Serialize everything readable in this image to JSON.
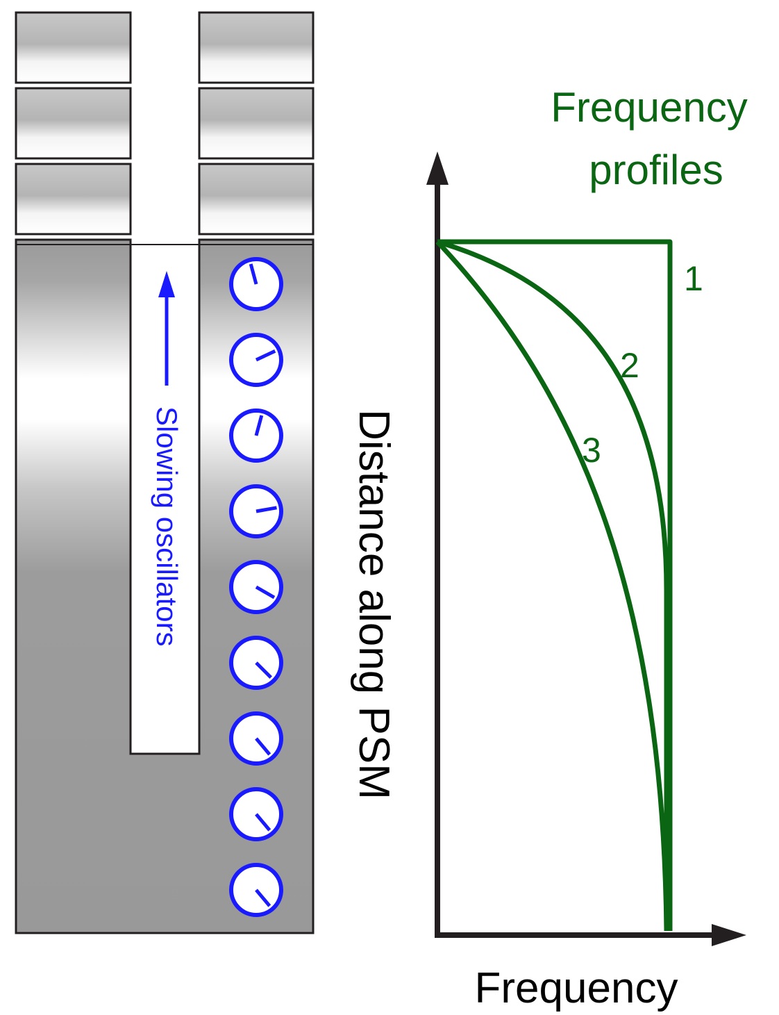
{
  "labels": {
    "slowing_oscillators": "Slowing oscillators",
    "profiles_title_line1": "Frequency",
    "profiles_title_line2": "profiles",
    "y_axis_label": "Distance along PSM",
    "x_axis_label": "Frequency"
  },
  "profiles": [
    {
      "id": "1",
      "label": "1"
    },
    {
      "id": "2",
      "label": "2"
    },
    {
      "id": "3",
      "label": "3"
    }
  ],
  "oscillators": [
    {
      "phase_angle_deg": 105
    },
    {
      "phase_angle_deg": 25
    },
    {
      "phase_angle_deg": 75
    },
    {
      "phase_angle_deg": 10
    },
    {
      "phase_angle_deg": -30
    },
    {
      "phase_angle_deg": -45
    },
    {
      "phase_angle_deg": -50
    },
    {
      "phase_angle_deg": -50
    },
    {
      "phase_angle_deg": -50
    }
  ],
  "colors": {
    "oscillator_blue": "#1a1aff",
    "profile_green": "#0b6613",
    "axis_black": "#231f20",
    "tissue_gray": "#9a9a9a"
  }
}
